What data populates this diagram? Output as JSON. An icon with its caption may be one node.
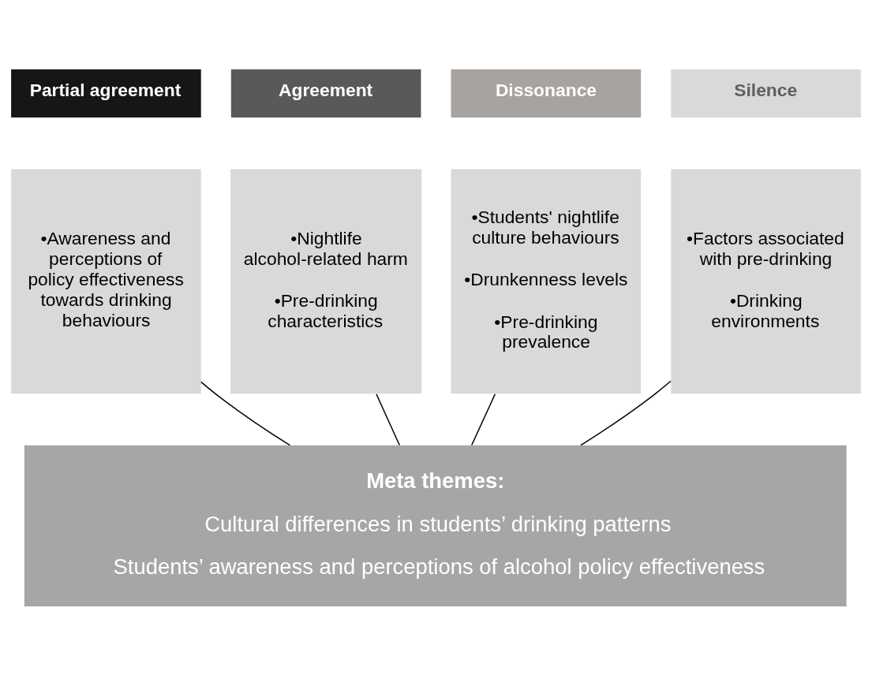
{
  "diagram": {
    "nodes": [
      {
        "text": [
          "Partial agreement"
        ]
      },
      {
        "text": [
          "•Awareness and perceptions of policy effectiveness towards drinking behaviours"
        ]
      },
      {
        "text": [
          "Agreement"
        ]
      },
      {
        "text": [
          "•Nightlife alcohol-related harm",
          "•Pre-drinking characteristics"
        ]
      },
      {
        "text": [
          "Dissonance"
        ]
      },
      {
        "text": [
          "•Students' nightlife culture behaviours",
          "•Drunkenness levels",
          "•Pre-drinking prevalence"
        ]
      },
      {
        "text": [
          "Silence"
        ]
      },
      {
        "text": [
          "•Factors associated with pre-drinking",
          "•Drinking environments"
        ]
      },
      {
        "text": [
          "Meta themes:",
          "Cultural differences in students’ drinking patterns",
          "Students’ awareness and perceptions of alcohol policy effectiveness"
        ]
      }
    ],
    "edges": [
      {
        "from": 1,
        "to": 8,
        "arrow": "none"
      },
      {
        "from": 3,
        "to": 8,
        "arrow": "none"
      },
      {
        "from": 5,
        "to": 8,
        "arrow": "none"
      },
      {
        "from": 7,
        "to": 8,
        "arrow": "none"
      }
    ]
  }
}
